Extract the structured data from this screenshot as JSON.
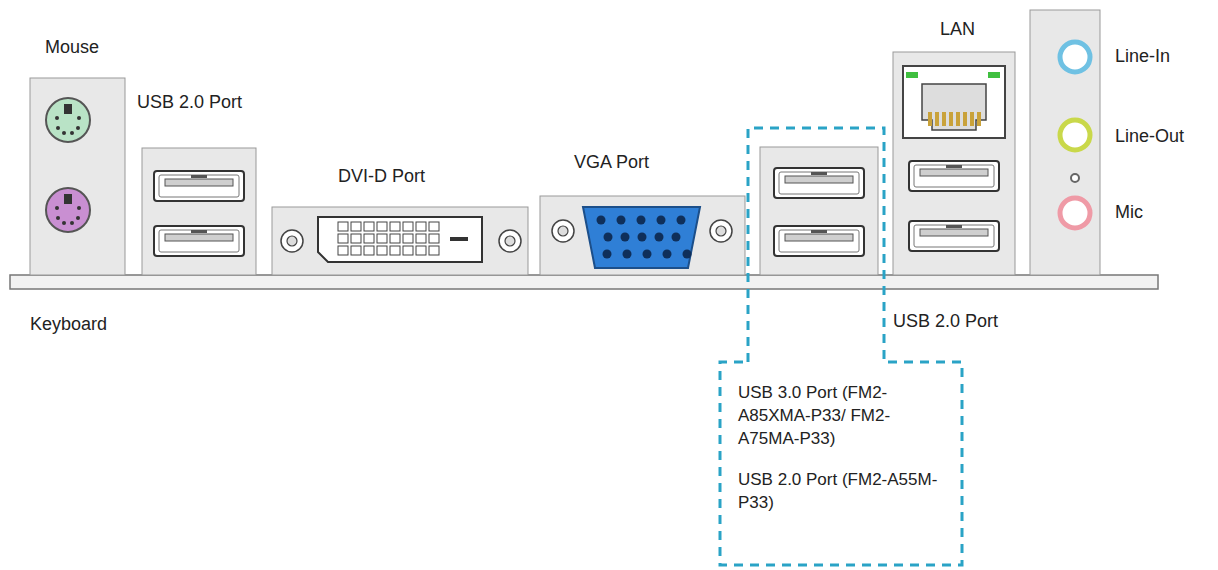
{
  "diagram": {
    "nodes": [
      {
        "text": [
          "USB 3.0 Port (FM2-A85XMA-P33/ FM2-A75MA-P33)",
          "USB 2.0 Port (FM2-A55M-P33)"
        ]
      }
    ],
    "labels": [
      "Mouse",
      "USB 2.0 Port",
      "DVI-D Port",
      "VGA Port",
      "LAN",
      "Line-In",
      "Line-Out",
      "Mic",
      "Keyboard",
      "USB 2.0 Port"
    ]
  }
}
